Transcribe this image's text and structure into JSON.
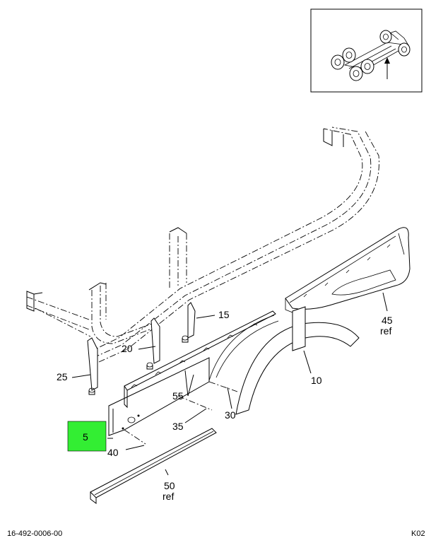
{
  "callouts": {
    "c5": "5",
    "c10": "10",
    "c15": "15",
    "c20": "20",
    "c25": "25",
    "c30": "30",
    "c35": "35",
    "c40": "40",
    "c45": "45",
    "c45_ref": "ref",
    "c50": "50",
    "c50_ref": "ref",
    "c55": "55"
  },
  "footer": {
    "drawing_number": "16-492-0006-00",
    "sheet_code": "K02"
  },
  "colors": {
    "highlight": "#33ee33",
    "line": "#000000",
    "background": "#ffffff"
  }
}
